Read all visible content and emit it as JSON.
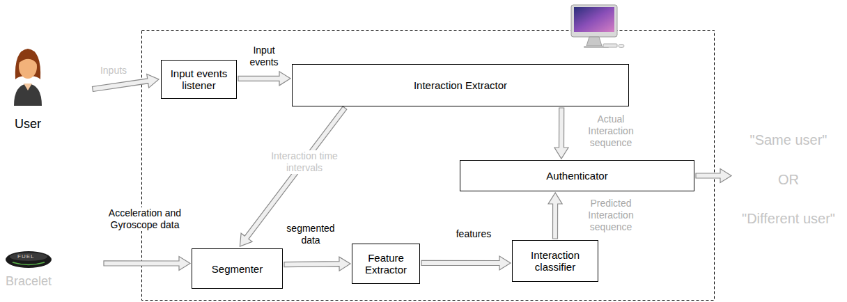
{
  "diagram": {
    "nodes": [
      {
        "text": [
          "User"
        ]
      },
      {
        "text": [
          "Input events listener"
        ]
      },
      {
        "text": [
          "Interaction Extractor"
        ]
      },
      {
        "text": [
          "Authenticator"
        ]
      },
      {
        "text": [
          "\"Same user\"",
          "OR",
          "\"Different user\""
        ]
      },
      {
        "text": [
          "Bracelet"
        ]
      },
      {
        "text": [
          "Segmenter"
        ]
      },
      {
        "text": [
          "Feature Extractor"
        ]
      },
      {
        "text": [
          "Interaction classifier"
        ]
      }
    ],
    "edges": [
      {
        "from": 0,
        "to": 1,
        "arrow": "to",
        "label": "Inputs"
      },
      {
        "from": 1,
        "to": 2,
        "arrow": "to",
        "label": "Input events"
      },
      {
        "from": 2,
        "to": 6,
        "arrow": "to",
        "label": "Interaction time intervals"
      },
      {
        "from": 2,
        "to": 3,
        "arrow": "to",
        "label": "Actual Interaction sequence"
      },
      {
        "from": 8,
        "to": 3,
        "arrow": "to",
        "label": "Predicted Interaction sequence"
      },
      {
        "from": 3,
        "to": 4,
        "arrow": "to"
      },
      {
        "from": 5,
        "to": 6,
        "arrow": "to",
        "label": "Acceleration and Gyroscope data"
      },
      {
        "from": 6,
        "to": 7,
        "arrow": "to",
        "label": "segmented data"
      },
      {
        "from": 7,
        "to": 8,
        "arrow": "to",
        "label": "features"
      }
    ],
    "labels": [
      "FUEL"
    ]
  }
}
